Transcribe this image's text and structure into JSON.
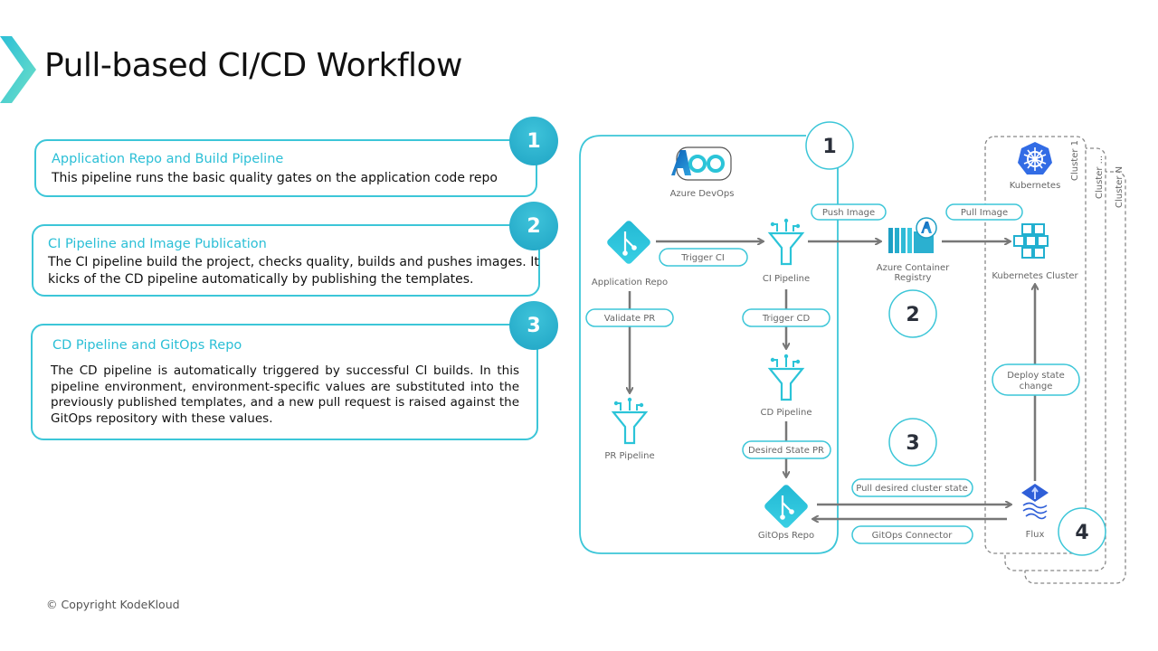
{
  "slide": {
    "title": "Pull-based CI/CD Workflow",
    "copyright": "© Copyright KodeKloud"
  },
  "steps": [
    {
      "number": "1",
      "title": "Application Repo and Build Pipeline",
      "body": "This pipeline runs the basic quality gates on the application code repo"
    },
    {
      "number": "2",
      "title": "CI Pipeline and Image Publication",
      "body": "The CI pipeline build the project, checks quality, builds and pushes images. It kicks of the CD pipeline automatically by publishing the templates."
    },
    {
      "number": "3",
      "title": "CD Pipeline and GitOps Repo",
      "body": "The CD pipeline is automatically triggered by successful CI builds. In this pipeline environment, environment-specific values are substituted into the previously published templates, and a new pull request is raised against the GitOps repository with these values."
    }
  ],
  "diagram": {
    "stage_numbers": [
      "1",
      "2",
      "3",
      "4"
    ],
    "nodes": {
      "azure_devops": "Azure DevOps",
      "application_repo": "Application Repo",
      "ci_pipeline": "CI Pipeline",
      "pr_pipeline": "PR Pipeline",
      "cd_pipeline": "CD Pipeline",
      "gitops_repo": "GitOps Repo",
      "acr_line1": "Azure Container",
      "acr_line2": "Registry",
      "kubernetes": "Kubernetes",
      "kubernetes_cluster": "Kubernetes Cluster",
      "flux": "Flux"
    },
    "edges": {
      "trigger_ci": "Trigger CI",
      "validate_pr": "Validate PR",
      "trigger_cd": "Trigger CD",
      "desired_state_pr": "Desired State PR",
      "push_image": "Push Image",
      "pull_image": "Pull Image",
      "deploy_state_change_1": "Deploy state",
      "deploy_state_change_2": "change",
      "pull_desired_cluster_state": "Pull desired cluster state",
      "gitops_connector": "GitOps Connector"
    },
    "clusters": [
      "Cluster 1",
      "Cluster ...",
      "Cluster N"
    ],
    "colors": {
      "accent": "#3cc6d8",
      "arrow": "#777777",
      "kubernetes_blue": "#326ce5",
      "flux_blue": "#2f5fd8"
    }
  }
}
